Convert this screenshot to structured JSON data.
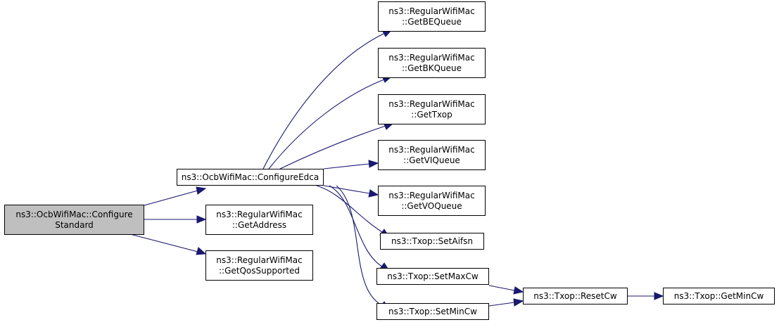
{
  "nodes": {
    "configure_standard": {
      "line1": "ns3::OcbWifiMac::Configure",
      "line2": "Standard"
    },
    "configure_edca": {
      "line1": "ns3::OcbWifiMac::ConfigureEdca"
    },
    "get_address": {
      "line1": "ns3::RegularWifiMac",
      "line2": "::GetAddress"
    },
    "get_qos_supported": {
      "line1": "ns3::RegularWifiMac",
      "line2": "::GetQosSupported"
    },
    "get_be_queue": {
      "line1": "ns3::RegularWifiMac",
      "line2": "::GetBEQueue"
    },
    "get_bk_queue": {
      "line1": "ns3::RegularWifiMac",
      "line2": "::GetBKQueue"
    },
    "get_txop": {
      "line1": "ns3::RegularWifiMac",
      "line2": "::GetTxop"
    },
    "get_vi_queue": {
      "line1": "ns3::RegularWifiMac",
      "line2": "::GetVIQueue"
    },
    "get_vo_queue": {
      "line1": "ns3::RegularWifiMac",
      "line2": "::GetVOQueue"
    },
    "set_aifsn": {
      "line1": "ns3::Txop::SetAifsn"
    },
    "set_max_cw": {
      "line1": "ns3::Txop::SetMaxCw"
    },
    "set_min_cw": {
      "line1": "ns3::Txop::SetMinCw"
    },
    "reset_cw": {
      "line1": "ns3::Txop::ResetCw"
    },
    "get_min_cw": {
      "line1": "ns3::Txop::GetMinCw"
    }
  },
  "colors": {
    "edge": "#191970",
    "root_fill": "#bfbfbf",
    "node_fill": "#ffffff",
    "border": "#000000"
  }
}
